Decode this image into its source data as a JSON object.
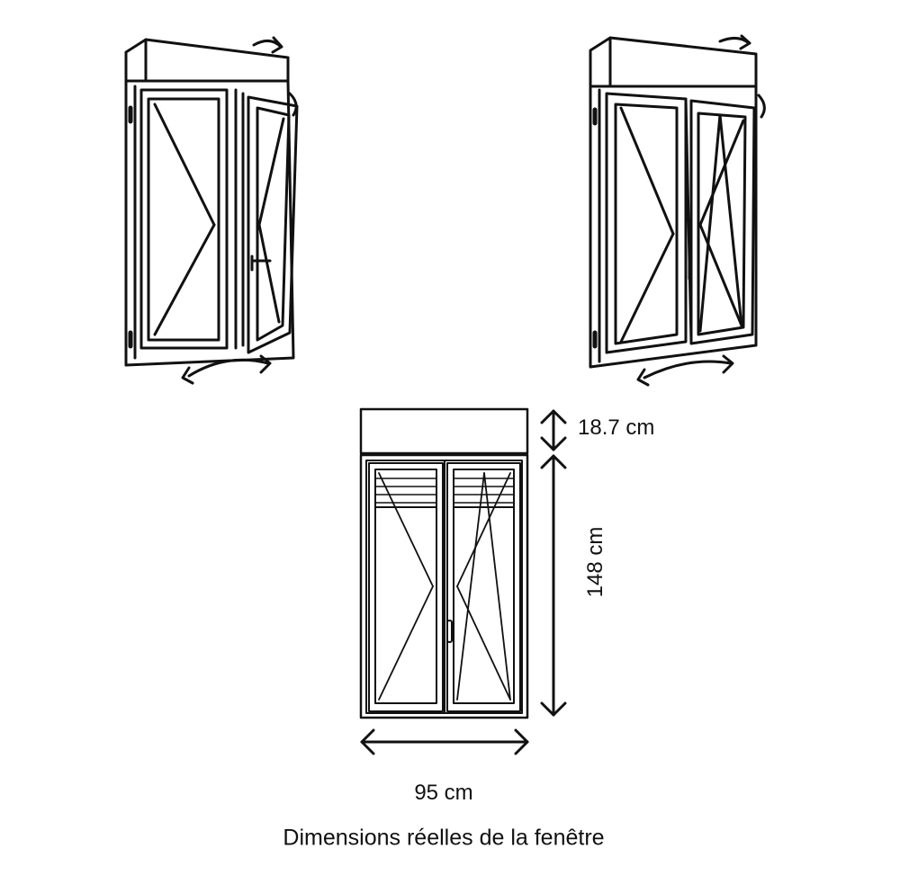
{
  "dimensions": {
    "shutter_box_height": "18.7 cm",
    "window_height": "148 cm",
    "window_width": "95 cm"
  },
  "caption": "Dimensions réelles de la fenêtre",
  "colors": {
    "stroke": "#111111",
    "background": "#ffffff"
  }
}
